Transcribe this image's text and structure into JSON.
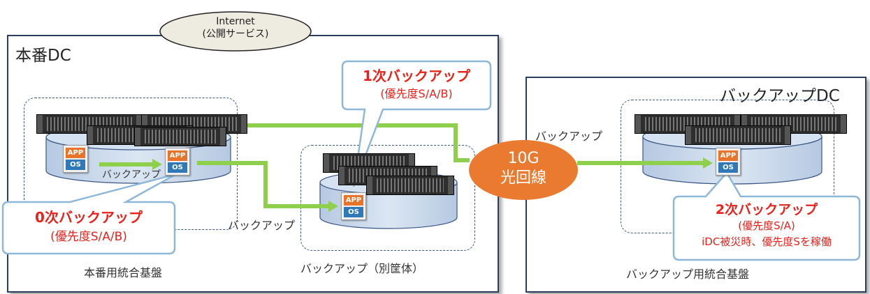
{
  "internet": {
    "line1": "Internet",
    "line2": "(公開サービス)"
  },
  "prod_dc": {
    "title": "本番DC",
    "platform_label": "本番用統合基盤"
  },
  "backup_dc": {
    "title": "バックアップDC",
    "platform_label": "バックアップ用統合基盤"
  },
  "backup_chassis": {
    "label": "バックアップ（別筐体）"
  },
  "app_icon": {
    "app": "APP",
    "os": "OS"
  },
  "arrow_labels": {
    "local": "バックアップ",
    "to_chassis": "バックアップ",
    "to_remote": "バックアップ"
  },
  "link": {
    "line1": "10G",
    "line2": "光回線"
  },
  "callouts": {
    "backup0": {
      "title": "0次バックアップ",
      "priority": "(優先度S/A/B)"
    },
    "backup1": {
      "title": "1次バックアップ",
      "priority": "(優先度S/A/B)"
    },
    "backup2": {
      "title": "2次バックアップ",
      "priority": "(優先度S/A)",
      "note": "iDC被災時、優先度Sを稼働"
    }
  },
  "colors": {
    "arrow": "#8ecf4c",
    "ellipse": "#ea7a2f",
    "callout_border": "#8fb8d8",
    "cylinder": "#c5d5e8",
    "dc_border": "#2a3f5e",
    "emphasis": "#e8221b"
  }
}
